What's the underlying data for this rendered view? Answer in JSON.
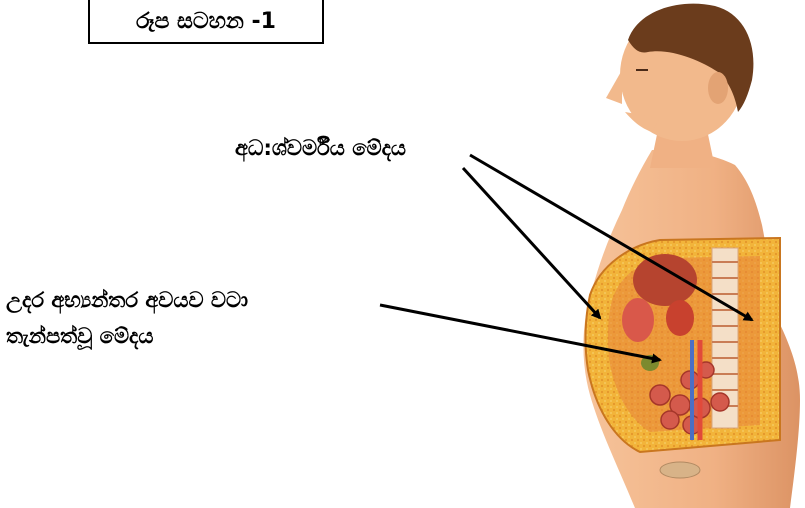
{
  "figure": {
    "title": "රූප සටහන -1",
    "labels": {
      "subcutaneous_fat": "අධ:ශ්වර්මීය මේදය",
      "visceral_fat_line1": "උදර අභ්‍යන්තර අවයව වටා",
      "visceral_fat_line2": "තැන්පත්වූ මේදය"
    },
    "colors": {
      "skin": "#f4b98a",
      "skin_shadow": "#d98d5e",
      "hair": "#6b3c1c",
      "fat": "#f2b43a",
      "fat_dots": "#e5962a",
      "organ_red": "#c8412e",
      "arrow": "#000000"
    }
  }
}
